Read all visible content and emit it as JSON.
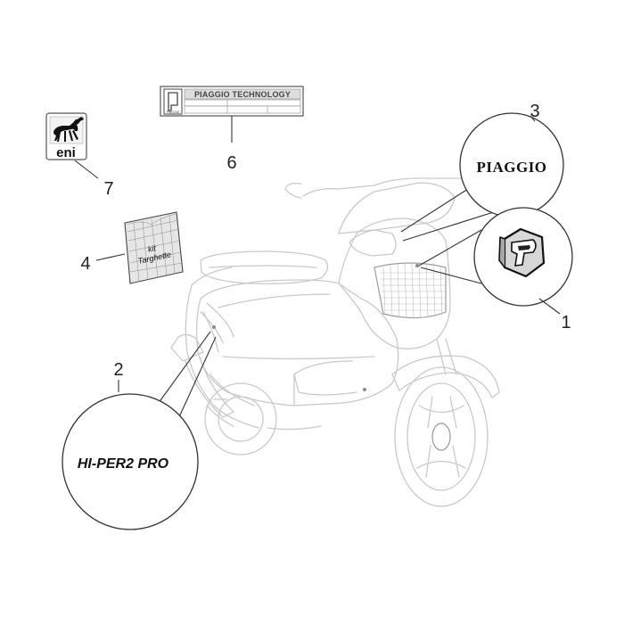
{
  "parts": [
    {
      "number": "1",
      "description": "Piaggio emblem badge (front shield)"
    },
    {
      "number": "2",
      "text": "HI-PER2 PRO"
    },
    {
      "number": "3",
      "text": "PIAGGIO"
    },
    {
      "number": "4",
      "text": "kit Targhette"
    },
    {
      "number": "6",
      "text": "PIAGGIO TECHNOLOGY"
    },
    {
      "number": "7",
      "text": "eni"
    }
  ],
  "labels": {
    "n1": "1",
    "n2": "2",
    "n3": "3",
    "n4": "4",
    "n6": "6",
    "n7": "7",
    "hiper": "HI-PER2 PRO",
    "piaggio": "PIAGGIO",
    "kit_line1": "kit",
    "kit_line2": "Targhette",
    "plate_title": "PIAGGIO TECHNOLOGY",
    "plate_small": "PIAGGIO",
    "eni": "eni"
  }
}
